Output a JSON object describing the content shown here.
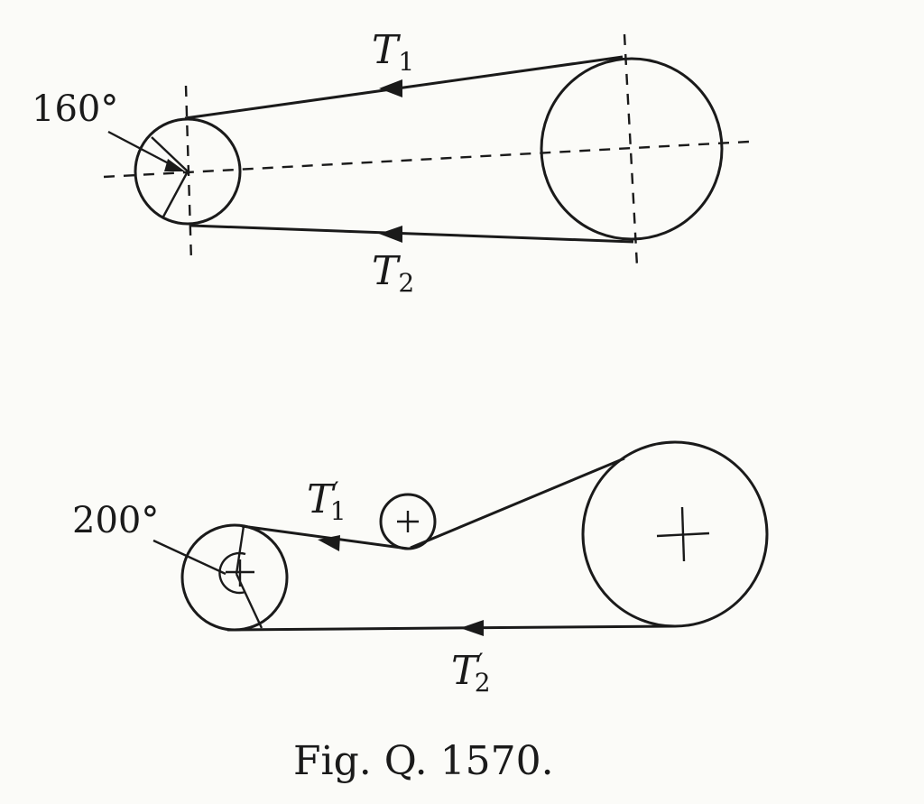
{
  "figure": {
    "top": {
      "angle_label": "160°",
      "tension_upper": {
        "symbol": "T",
        "sub": "1",
        "prime": ""
      },
      "tension_lower": {
        "symbol": "T",
        "sub": "2",
        "prime": ""
      }
    },
    "bottom": {
      "angle_label": "200°",
      "tension_upper": {
        "symbol": "T",
        "sub": "1",
        "prime": "′"
      },
      "tension_lower": {
        "symbol": "T",
        "sub": "2",
        "prime": "′"
      }
    },
    "caption": "Fig. Q. 1570."
  }
}
